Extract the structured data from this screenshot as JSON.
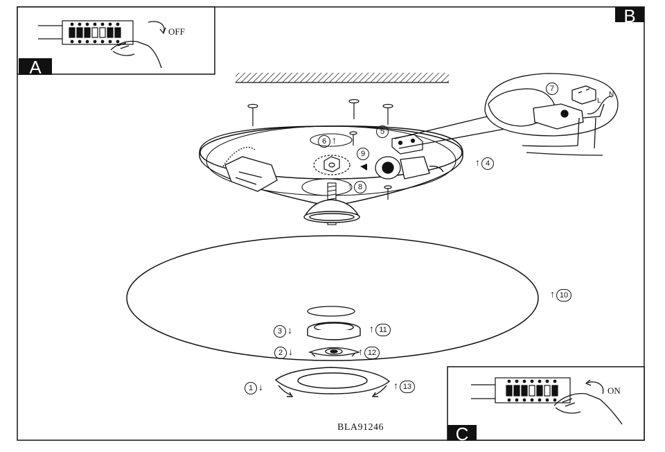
{
  "panels": {
    "a": {
      "label": "A",
      "switch_text": "OFF"
    },
    "b": {
      "label": "B"
    },
    "c": {
      "label": "C",
      "switch_text": "ON"
    }
  },
  "wire_labels": {
    "neutral": "N",
    "live": "L"
  },
  "steps": [
    {
      "id": "1",
      "number": "1",
      "direction": "down"
    },
    {
      "id": "2",
      "number": "2",
      "direction": "down"
    },
    {
      "id": "3",
      "number": "3",
      "direction": "down"
    },
    {
      "id": "4",
      "number": "4",
      "direction": "up"
    },
    {
      "id": "5",
      "number": "5",
      "direction": "none"
    },
    {
      "id": "6",
      "number": "6",
      "direction": "up"
    },
    {
      "id": "7",
      "number": "7",
      "direction": "none"
    },
    {
      "id": "8",
      "number": "8",
      "direction": "up"
    },
    {
      "id": "9",
      "number": "9",
      "direction": "none"
    },
    {
      "id": "10",
      "number": "10",
      "direction": "up"
    },
    {
      "id": "11",
      "number": "11",
      "direction": "up"
    },
    {
      "id": "12",
      "number": "12",
      "direction": "up"
    },
    {
      "id": "13",
      "number": "13",
      "direction": "up"
    }
  ],
  "model_code": "BLA91246",
  "colors": {
    "ink": "#111111",
    "paper": "#ffffff"
  }
}
